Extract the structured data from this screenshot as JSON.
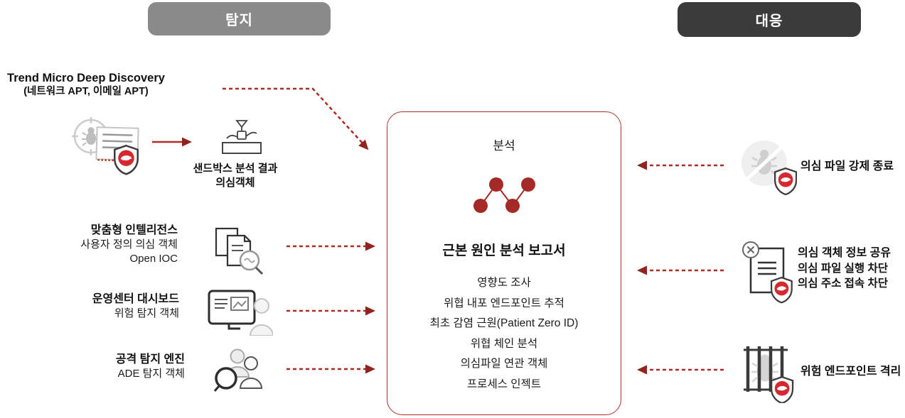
{
  "legend": {
    "detection": "탐지",
    "response": "대응"
  },
  "detection_source": {
    "title": "Trend Micro Deep Discovery",
    "subtitle": "(네트워크 APT, 이메일 APT)"
  },
  "sandbox_caption": {
    "line1": "샌드박스 분석 결과",
    "line2": "의심객체"
  },
  "detection_inputs": [
    {
      "title": "맞춤형 인텔리전스",
      "line1": "사용자 정의 의심 객체",
      "line2": "Open IOC"
    },
    {
      "title": "운영센터 대시보드",
      "line1": "위험 탐지 객체"
    },
    {
      "title": "공격 탐지 엔진",
      "line1": "ADE 탐지 객체"
    }
  ],
  "analysis": {
    "title": "분석",
    "report_title": "근본 원인 분석 보고서",
    "items": [
      "영향도 조사",
      "위협 내포 엔드포인트 추적",
      "최초 감염 근원(Patient Zero ID)",
      "위협 체인 분석",
      "의심파일 연관 객체",
      "프로세스 인젝트"
    ]
  },
  "responses": [
    {
      "title": "의심 파일 강제 종료"
    },
    {
      "title": "의심 객체 정보 공유",
      "line1": "의심 파일 실행 차단",
      "line2": "의심 주소 접속 차단"
    },
    {
      "title": "위험 엔드포인트 격리"
    }
  ],
  "icons": {
    "left_1": "threat-detection-shield-icon",
    "left_2": "sandbox-funnel-icon",
    "left_3": "intelligence-documents-magnifier-icon",
    "left_4": "dashboard-operator-icon",
    "left_5": "analysts-magnifier-icon",
    "center": "zigzag-chain-icon",
    "right_1": "terminate-file-shield-icon",
    "right_2": "block-document-shield-icon",
    "right_3": "quarantine-bug-shield-icon"
  },
  "colors": {
    "pill_gray": "#8a8a8a",
    "pill_dark": "#3b3b3b",
    "arrow_red": "#b02a24",
    "arrow_head_red": "#8f2420",
    "card_border_red": "#b03028",
    "brand_shield_red": "#d7282f",
    "chain_dot_red": "#a32a26"
  }
}
